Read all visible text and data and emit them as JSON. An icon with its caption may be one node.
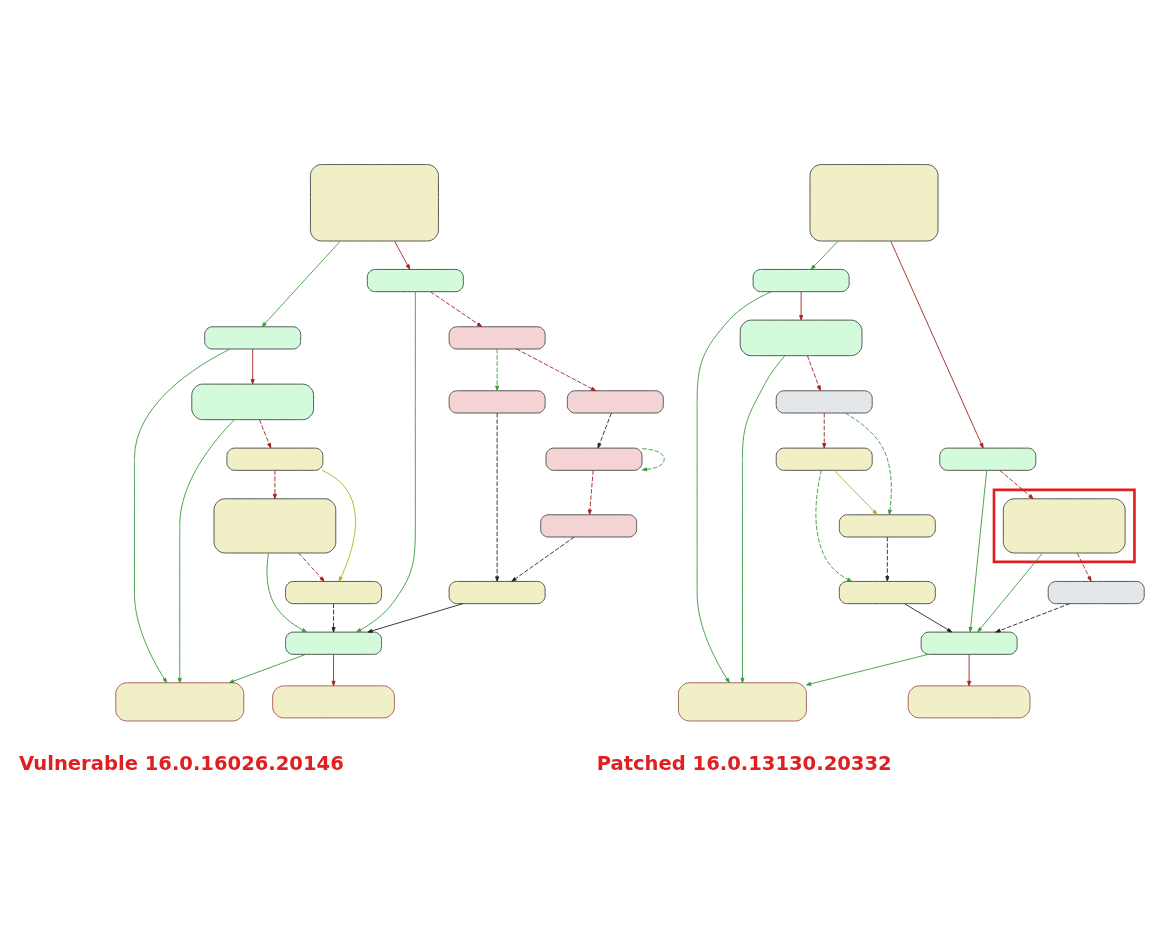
{
  "diagram": {
    "nodes": [
      {
        "text": [],
        "shape": "box"
      },
      {
        "text": [],
        "shape": "box"
      },
      {
        "text": [],
        "shape": "box"
      },
      {
        "text": [],
        "shape": "box"
      },
      {
        "text": [],
        "shape": "box"
      },
      {
        "text": [],
        "shape": "box"
      },
      {
        "text": [],
        "shape": "box"
      },
      {
        "text": [],
        "shape": "box"
      },
      {
        "text": [],
        "shape": "box"
      },
      {
        "text": [],
        "shape": "box"
      },
      {
        "text": [],
        "shape": "box"
      },
      {
        "text": [],
        "shape": "box"
      },
      {
        "text": [],
        "shape": "box"
      },
      {
        "text": [],
        "shape": "box"
      },
      {
        "text": [],
        "shape": "box"
      },
      {
        "text": [],
        "shape": "box"
      },
      {
        "text": [],
        "shape": "box"
      },
      {
        "text": [],
        "shape": "box"
      },
      {
        "text": [],
        "shape": "box"
      },
      {
        "text": [],
        "shape": "box"
      },
      {
        "text": [],
        "shape": "box"
      },
      {
        "text": [],
        "shape": "box"
      },
      {
        "text": [],
        "shape": "box"
      },
      {
        "text": [],
        "shape": "box",
        "in": 22
      },
      {
        "text": [],
        "shape": "box"
      },
      {
        "text": [],
        "shape": "box"
      },
      {
        "text": [],
        "shape": "box"
      },
      {
        "text": [],
        "shape": "box"
      },
      {
        "text": [],
        "shape": "box"
      },
      {
        "text": [],
        "shape": "box"
      }
    ],
    "edges": [
      {
        "from": 0,
        "to": 1,
        "arrow": "to"
      },
      {
        "from": 0,
        "to": 3,
        "arrow": "to",
        "color": "#a02020"
      },
      {
        "from": 1,
        "to": 2,
        "arrow": "to",
        "color": "#a02020"
      },
      {
        "from": 1,
        "to": 14,
        "arrow": "to"
      },
      {
        "from": 2,
        "to": 7,
        "arrow": "to",
        "style": "dashed",
        "color": "#a02020"
      },
      {
        "from": 2,
        "to": 14,
        "arrow": "to"
      },
      {
        "from": 3,
        "to": 4,
        "arrow": "to",
        "style": "dashed",
        "color": "#a02020"
      },
      {
        "from": 3,
        "to": 13,
        "arrow": "to"
      },
      {
        "from": 4,
        "to": 5,
        "arrow": "to",
        "style": "dashed"
      },
      {
        "from": 4,
        "to": 6,
        "arrow": "to",
        "style": "dashed",
        "color": "#a02020"
      },
      {
        "from": 5,
        "to": 12,
        "arrow": "to",
        "style": "dashed",
        "color": "#222222"
      },
      {
        "from": 6,
        "to": 9,
        "arrow": "to",
        "style": "dashed",
        "color": "#222222"
      },
      {
        "from": 9,
        "to": 9,
        "arrow": "to",
        "style": "dashed"
      },
      {
        "from": 9,
        "to": 11,
        "arrow": "to",
        "style": "dashed",
        "color": "#a02020"
      },
      {
        "from": 11,
        "to": 12,
        "arrow": "to",
        "style": "dashed",
        "color": "#222222"
      },
      {
        "from": 7,
        "to": 10,
        "arrow": "to",
        "color": "#b0b020"
      },
      {
        "from": 7,
        "to": 8,
        "arrow": "to",
        "style": "dashed",
        "color": "#a02020"
      },
      {
        "from": 8,
        "to": 10,
        "arrow": "to",
        "style": "dashed",
        "color": "#a02020"
      },
      {
        "from": 8,
        "to": 13,
        "arrow": "to"
      },
      {
        "from": 10,
        "to": 13,
        "arrow": "to",
        "style": "dashed",
        "color": "#222222"
      },
      {
        "from": 12,
        "to": 13,
        "arrow": "to",
        "color": "#222222"
      },
      {
        "from": 13,
        "to": 14,
        "arrow": "to"
      },
      {
        "from": 13,
        "to": 15,
        "arrow": "to",
        "color": "#a02020"
      },
      {
        "from": 16,
        "to": 17,
        "arrow": "to"
      },
      {
        "from": 16,
        "to": 19,
        "arrow": "to",
        "color": "#a02020"
      },
      {
        "from": 17,
        "to": 18,
        "arrow": "to",
        "color": "#a02020"
      },
      {
        "from": 17,
        "to": 28,
        "arrow": "to"
      },
      {
        "from": 18,
        "to": 20,
        "arrow": "to",
        "style": "dashed",
        "color": "#a02020"
      },
      {
        "from": 18,
        "to": 28,
        "arrow": "to"
      },
      {
        "from": 19,
        "to": 23,
        "arrow": "to",
        "style": "dashed",
        "color": "#a02020"
      },
      {
        "from": 19,
        "to": 27,
        "arrow": "to"
      },
      {
        "from": 20,
        "to": 24,
        "arrow": "to",
        "style": "dashed"
      },
      {
        "from": 20,
        "to": 21,
        "arrow": "to",
        "style": "dashed",
        "color": "#a02020"
      },
      {
        "from": 21,
        "to": 24,
        "arrow": "to",
        "color": "#b0b020"
      },
      {
        "from": 21,
        "to": 26,
        "arrow": "to",
        "style": "dashed"
      },
      {
        "from": 23,
        "to": 27,
        "arrow": "to"
      },
      {
        "from": 23,
        "to": 25,
        "arrow": "to",
        "style": "dashed",
        "color": "#a02020"
      },
      {
        "from": 25,
        "to": 27,
        "arrow": "to",
        "style": "dashed",
        "color": "#222222"
      },
      {
        "from": 24,
        "to": 26,
        "arrow": "to",
        "style": "dashed",
        "color": "#222222"
      },
      {
        "from": 26,
        "to": 27,
        "arrow": "to",
        "color": "#222222"
      },
      {
        "from": 27,
        "to": 28,
        "arrow": "to"
      },
      {
        "from": 27,
        "to": 29,
        "arrow": "to",
        "color": "#a02020"
      }
    ],
    "labels": [
      "Vulnerable 16.0.16026.20146",
      "Patched 16.0.13130.20332"
    ]
  }
}
